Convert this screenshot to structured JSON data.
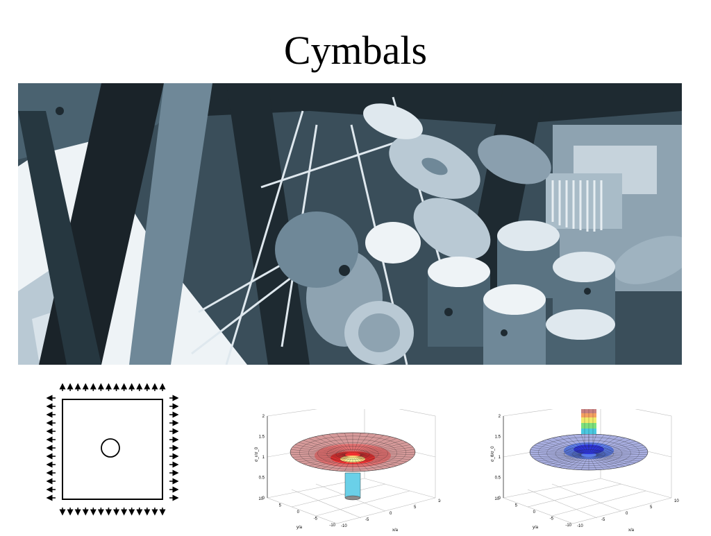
{
  "slide": {
    "title": "Cymbals"
  },
  "colors": {
    "photo_dark": "#1e2a31",
    "photo_mid": "#6f8898",
    "photo_light": "#b9c9d4",
    "photo_white": "#eef3f6"
  },
  "plot_a": {
    "zlabel": "σ_r/σ_0",
    "xlabel": "x/a",
    "ylabel": "y/a",
    "z_ticks": [
      "2",
      "1.5",
      "1",
      "0.5",
      "0"
    ],
    "x_ticks": [
      "10",
      "5",
      "0",
      "-5",
      "-10"
    ],
    "y_ticks": [
      "10",
      "5",
      "0",
      "-5",
      "-10"
    ]
  },
  "plot_b": {
    "zlabel": "σ_θ/σ_0",
    "xlabel": "x/a",
    "ylabel": "y/a",
    "z_ticks": [
      "2",
      "1.5",
      "1",
      "0.5",
      "0"
    ],
    "x_ticks": [
      "10",
      "5",
      "0",
      "-5",
      "-10"
    ],
    "y_ticks": [
      "10",
      "5",
      "0",
      "-5",
      "-10"
    ]
  }
}
